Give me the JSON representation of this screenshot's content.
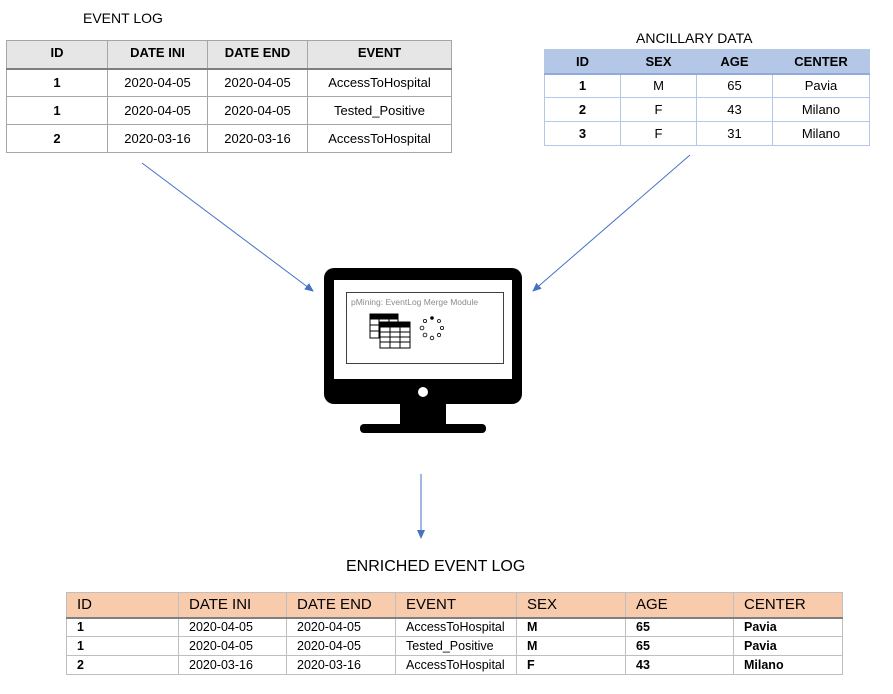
{
  "event_log": {
    "title": "EVENT LOG",
    "columns": [
      "ID",
      "DATE INI",
      "DATE END",
      "EVENT"
    ],
    "rows": [
      [
        "1",
        "2020-04-05",
        "2020-04-05",
        "AccessToHospital"
      ],
      [
        "1",
        "2020-04-05",
        "2020-04-05",
        "Tested_Positive"
      ],
      [
        "2",
        "2020-03-16",
        "2020-03-16",
        "AccessToHospital"
      ]
    ]
  },
  "ancillary": {
    "title": "ANCILLARY DATA",
    "columns": [
      "ID",
      "SEX",
      "AGE",
      "CENTER"
    ],
    "rows": [
      [
        "1",
        "M",
        "65",
        "Pavia"
      ],
      [
        "2",
        "F",
        "43",
        "Milano"
      ],
      [
        "3",
        "F",
        "31",
        "Milano"
      ]
    ]
  },
  "monitor": {
    "window_title": "pMining: EventLog Merge Module",
    "table_icon": "table-icon",
    "spinner_icon": "spinner-icon"
  },
  "enriched": {
    "title": "ENRICHED EVENT LOG",
    "columns": [
      "ID",
      "DATE INI",
      "DATE END",
      "EVENT",
      "SEX",
      "AGE",
      "CENTER"
    ],
    "rows": [
      [
        "1",
        "2020-04-05",
        "2020-04-05",
        "AccessToHospital",
        "M",
        "65",
        "Pavia"
      ],
      [
        "1",
        "2020-04-05",
        "2020-04-05",
        "Tested_Positive",
        "M",
        "65",
        "Pavia"
      ],
      [
        "2",
        "2020-03-16",
        "2020-03-16",
        "AccessToHospital",
        "F",
        "43",
        "Milano"
      ]
    ]
  },
  "colors": {
    "event_header": "#e6e6e6",
    "ancillary_header": "#b4c7e7",
    "enriched_header": "#f8cbad",
    "arrow": "#4472c4"
  }
}
